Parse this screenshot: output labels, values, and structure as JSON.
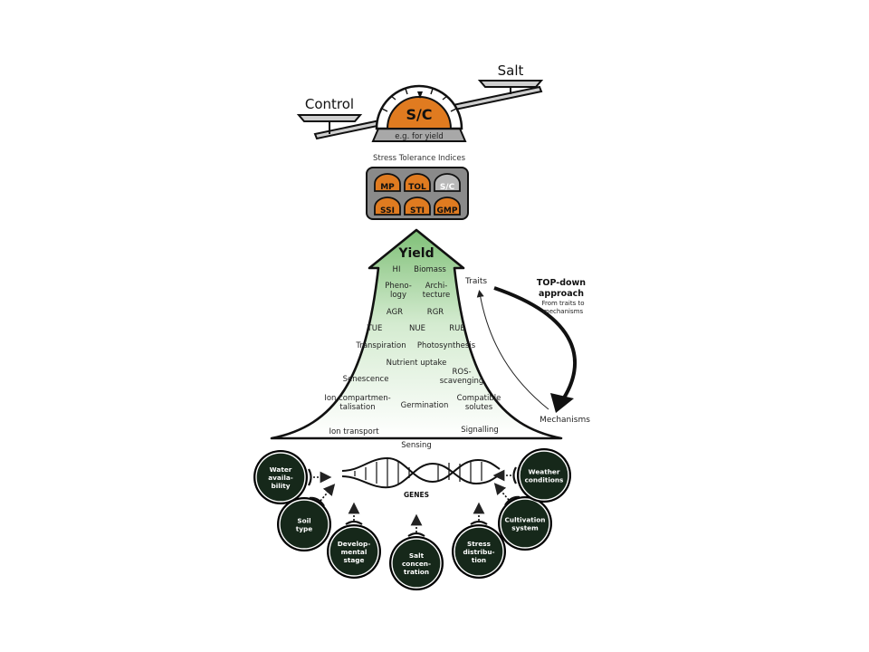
{
  "balance": {
    "control_label": "Control",
    "salt_label": "Salt",
    "gauge_label": "S/C",
    "base_label": "e.g. for yield"
  },
  "indices": {
    "title": "Stress Tolerance Indices",
    "badges": [
      "MP",
      "TOL",
      "S/C",
      "SSI",
      "STI",
      "GMP"
    ],
    "colors": {
      "orange": "#e07b20",
      "grey": "#b8b8b8",
      "panel": "#8a8a8a"
    }
  },
  "arrow": {
    "title": "Yield",
    "items": [
      "HI",
      "Biomass",
      "Pheno-\nlogy",
      "Archi-\ntecture",
      "AGR",
      "RGR",
      "TUE",
      "NUE",
      "RUE",
      "Transpiration",
      "Photosynthesis",
      "Nutrient uptake",
      "Senescence",
      "ROS-\nscavenging",
      "Ion compartmen-\ntalisation",
      "Germination",
      "Compatible\nsolutes",
      "Ion transport",
      "Signalling",
      "Sensing"
    ],
    "colors": {
      "top": "#7fc077",
      "bottom": "#ffffff"
    }
  },
  "approach": {
    "traits_label": "Traits",
    "mechanisms_label": "Mechanisms",
    "title_line1": "TOP-down",
    "title_line2": "approach",
    "subtitle_line1": "From traits to",
    "subtitle_line2": "mechanisms"
  },
  "genes_label": "GENES",
  "factors": [
    "Water\navaila-\nbility",
    "Soil\ntype",
    "Develop-\nmental\nstage",
    "Salt\nconcen-\ntration",
    "Stress\ndistribu-\ntion",
    "Cultivation\nsystem",
    "Weather\nconditions"
  ],
  "factor_colors": {
    "fill": "#16281a",
    "ring": "#ffffff"
  }
}
